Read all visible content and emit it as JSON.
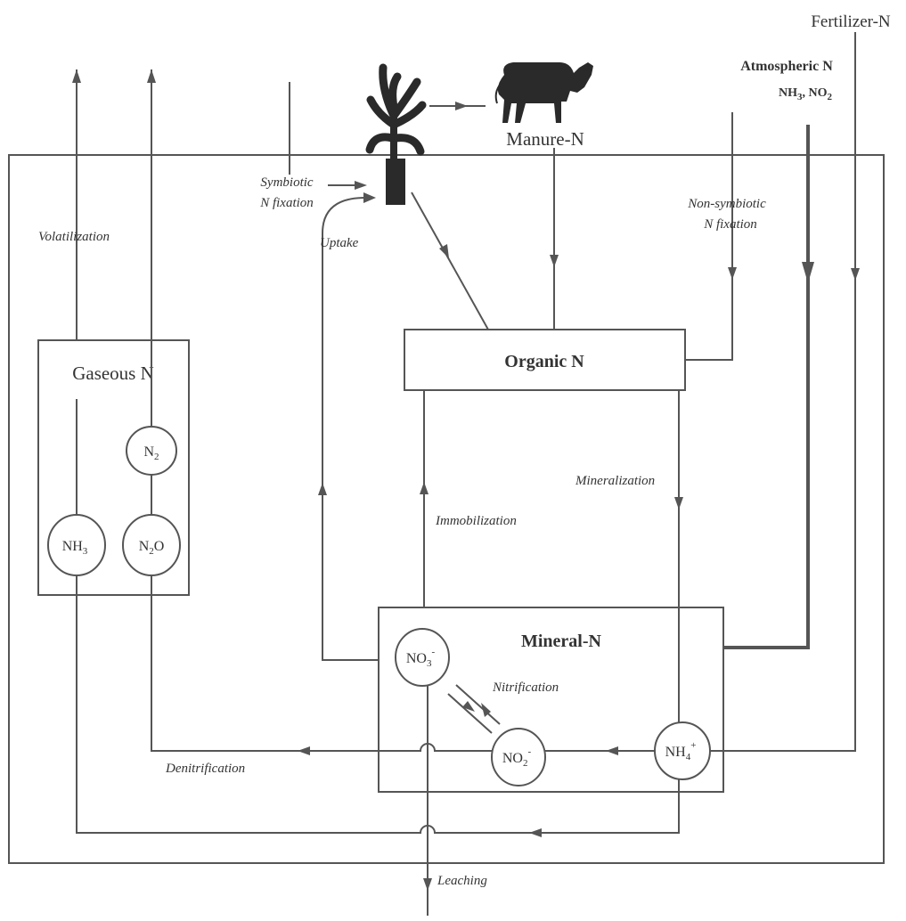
{
  "labels": {
    "fertilizer": "Fertilizer-N",
    "atmospheric": "Atmospheric N",
    "atm_nh": "NH",
    "atm_nh_sub": "3",
    "atm_no": ", NO",
    "atm_no_sub": "2",
    "manure": "Manure-N",
    "symbiotic_1": "Symbiotic",
    "symbiotic_2": "N fixation",
    "nonsymbiotic_1": "Non-symbiotic",
    "nonsymbiotic_2": "N fixation",
    "volatilization": "Volatilization",
    "uptake": "Uptake",
    "mineralization": "Mineralization",
    "immobilization": "Immobilization",
    "nitrification": "Nitrification",
    "denitrification": "Denitrification",
    "leaching": "Leaching"
  },
  "boxes": {
    "gaseous": "Gaseous N",
    "organic": "Organic N",
    "mineral": "Mineral-N"
  },
  "species": {
    "n2": {
      "base": "N",
      "sub": "2",
      "tail": ""
    },
    "nh3": {
      "base": "NH",
      "sub": "3",
      "tail": ""
    },
    "n2o": {
      "base": "N",
      "sub": "2",
      "tail": "O"
    },
    "no3": {
      "base": "NO",
      "sub": "3",
      "sup": "-"
    },
    "no2": {
      "base": "NO",
      "sub": "2",
      "sup": "-"
    },
    "nh4": {
      "base": "NH",
      "sub": "4",
      "sup": "+"
    }
  },
  "icons": [
    "plant-icon",
    "cow-icon"
  ]
}
